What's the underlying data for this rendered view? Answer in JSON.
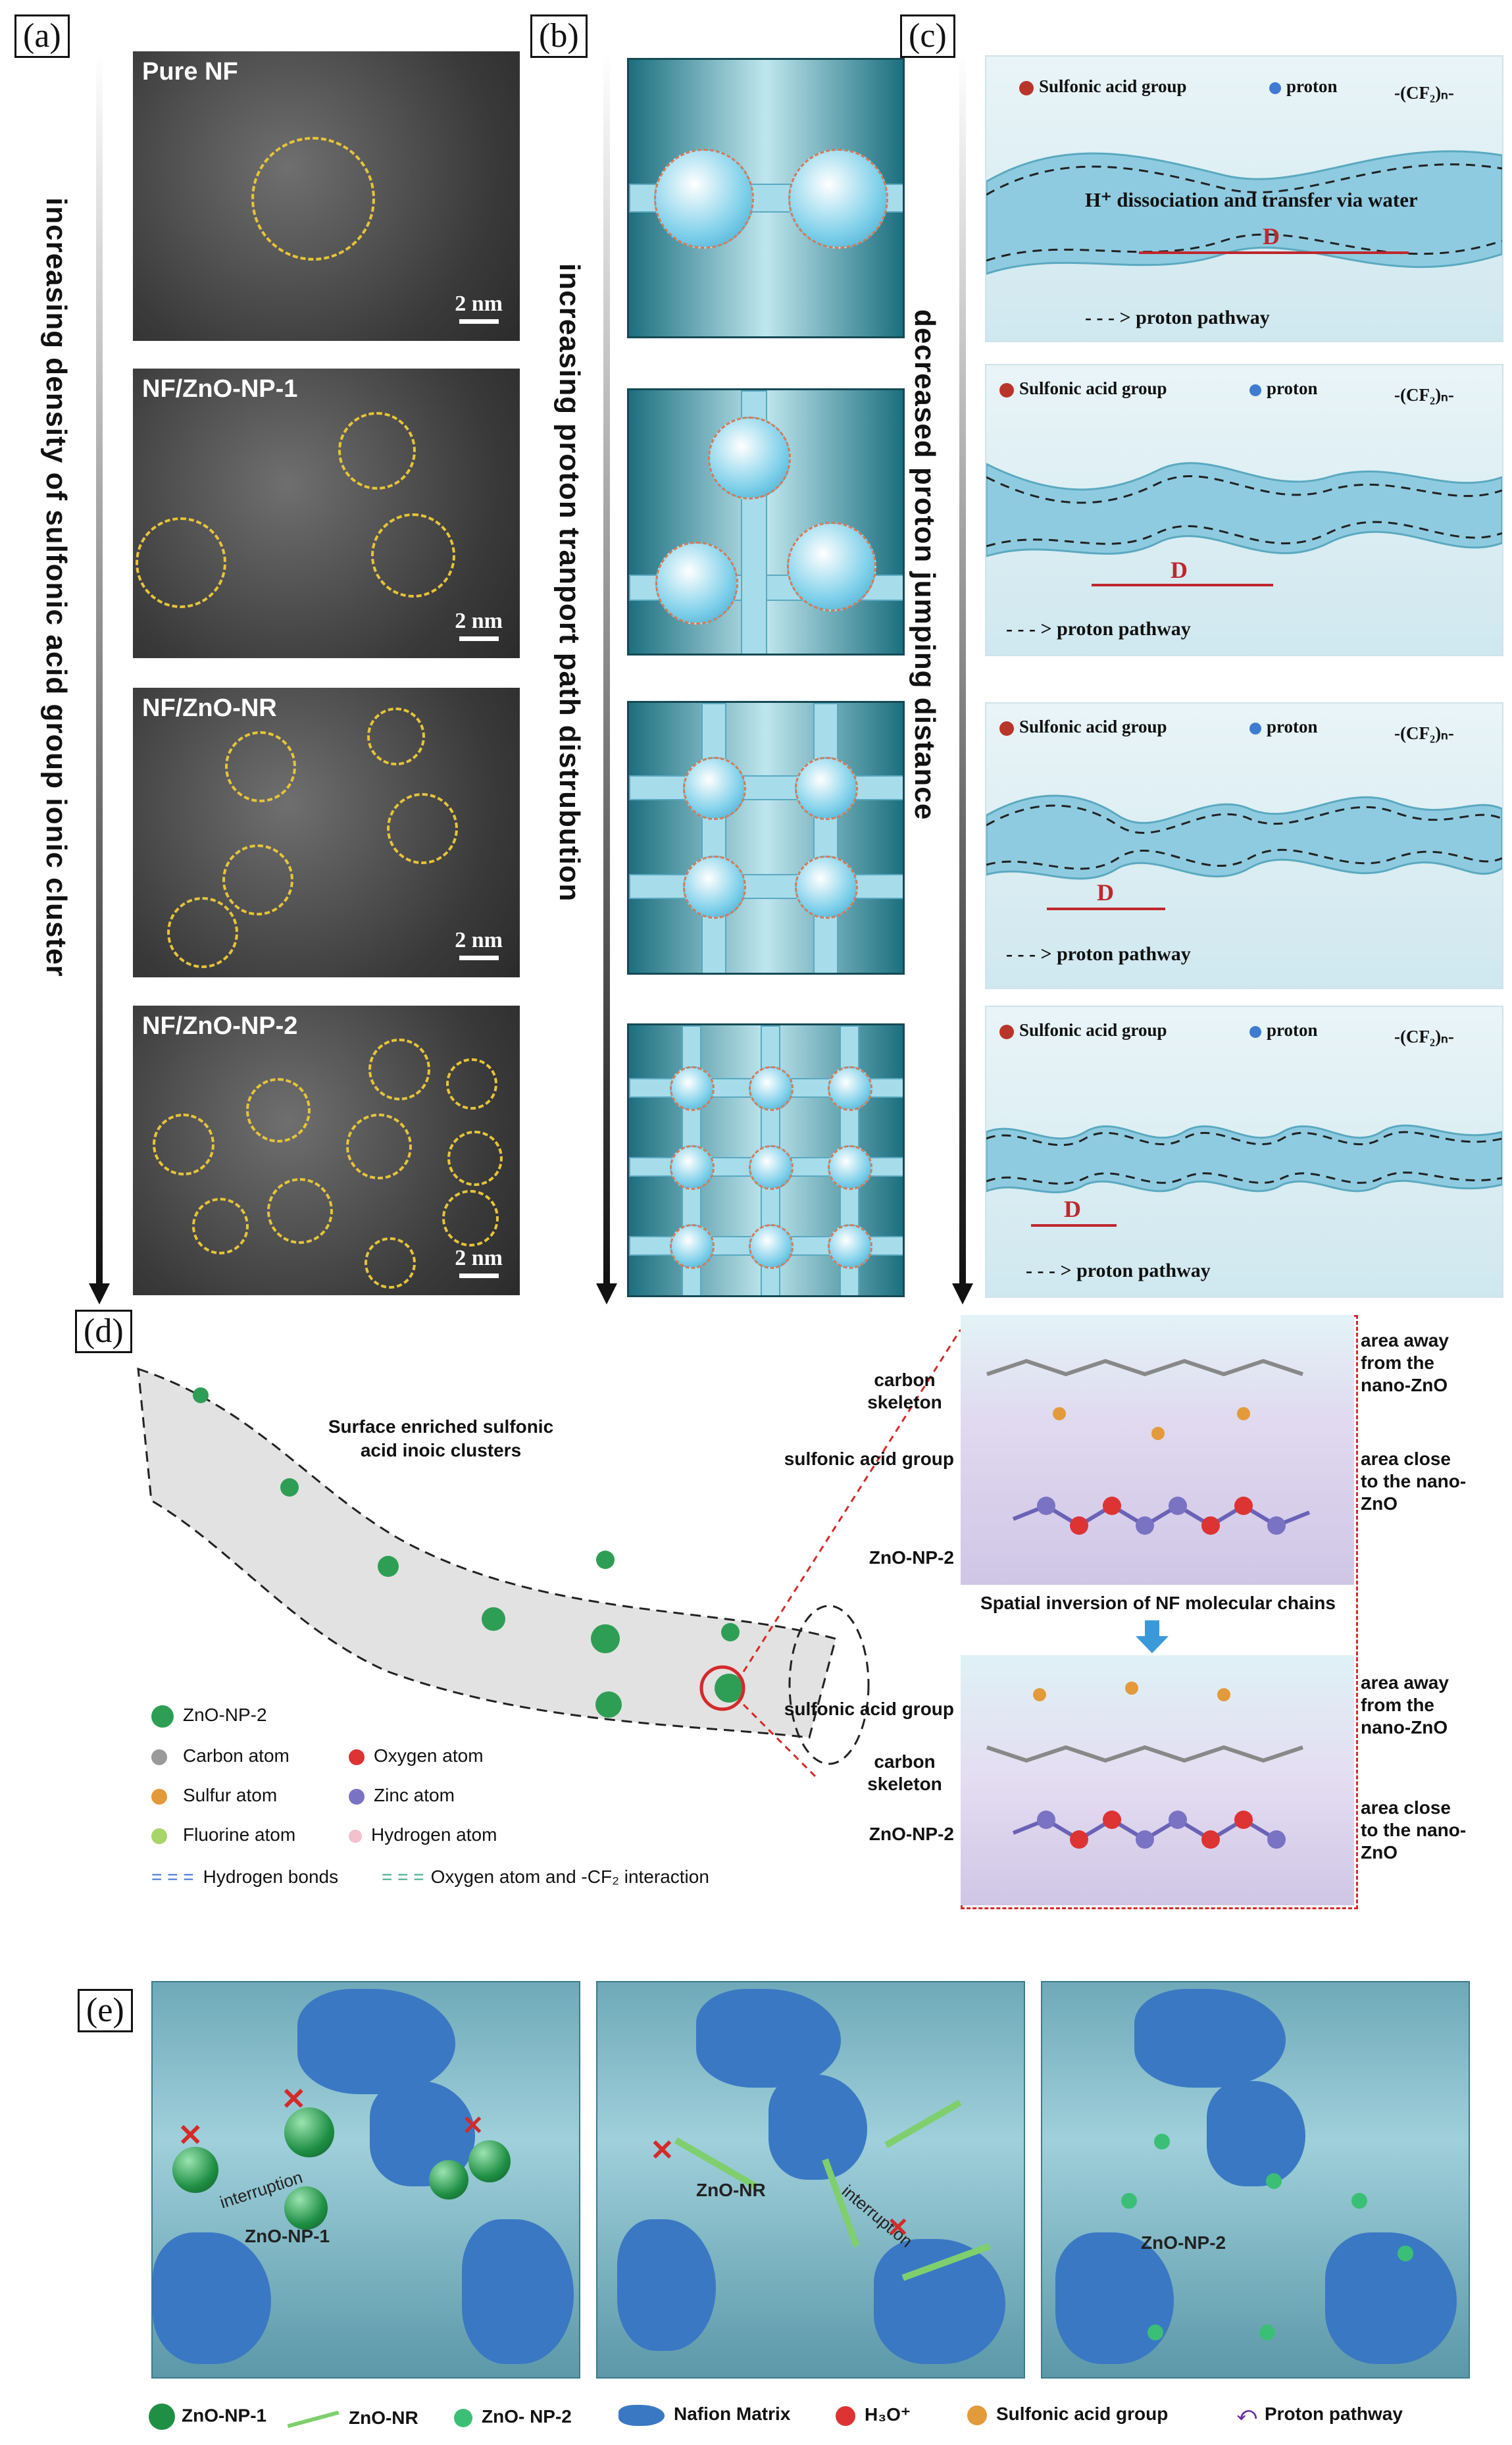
{
  "panels": {
    "a": {
      "letter": "(a)",
      "vertical_label": "increasing density of sulfonic acid group ionic cluster",
      "images": [
        {
          "title": "Pure NF",
          "scale": "2 nm"
        },
        {
          "title": "NF/ZnO-NP-1",
          "scale": "2 nm"
        },
        {
          "title": "NF/ZnO-NR",
          "scale": "2 nm"
        },
        {
          "title": "NF/ZnO-NP-2",
          "scale": "2 nm"
        }
      ]
    },
    "b": {
      "letter": "(b)",
      "vertical_label": "increasing proton tranport path distrubution"
    },
    "c": {
      "letter": "(c)",
      "vertical_label": "decreased proton jumping distance",
      "rows": [
        {
          "legend_sulfonic": "Sulfonic acid group",
          "legend_proton": "proton",
          "cf2": "-(CF₂)ₙ-",
          "center": "H⁺ dissociation and transfer via water",
          "d": "D",
          "pathway": "proton pathway"
        },
        {
          "legend_sulfonic": "Sulfonic acid group",
          "legend_proton": "proton",
          "cf2": "-(CF₂)ₙ-",
          "d": "D",
          "pathway": "proton pathway"
        },
        {
          "legend_sulfonic": "Sulfonic acid group",
          "legend_proton": "proton",
          "cf2": "-(CF₂)ₙ-",
          "d": "D",
          "pathway": "proton pathway"
        },
        {
          "legend_sulfonic": "Sulfonic acid group",
          "legend_proton": "proton",
          "cf2": "-(CF₂)ₙ-",
          "d": "D",
          "pathway": "proton pathway"
        }
      ]
    },
    "d": {
      "letter": "(d)",
      "surface_label": "Surface enriched sulfonic acid inoic clusters",
      "legend": {
        "zno": "ZnO-NP-2",
        "carbon": "Carbon atom",
        "oxygen": "Oxygen atom",
        "sulfur": "Sulfur atom",
        "zinc": "Zinc atom",
        "fluorine": "Fluorine atom",
        "hydrogen": "Hydrogen atom",
        "hbonds": "Hydrogen bonds",
        "ocf2": "Oxygen atom and -CF₂ interaction"
      },
      "upper": {
        "carbon": "carbon skeleton",
        "sulfonic": "sulfonic acid group",
        "zno": "ZnO-NP-2",
        "away": "area away from the nano-ZnO",
        "close": "area close to the nano-ZnO"
      },
      "inversion": "Spatial inversion of NF molecular chains",
      "lower": {
        "sulfonic": "sulfonic acid group",
        "carbon": "carbon skeleton",
        "zno": "ZnO-NP-2",
        "away": "area away from the nano-ZnO",
        "close": "area close to the nano-ZnO"
      }
    },
    "e": {
      "letter": "(e)",
      "p1": {
        "interruption": "interruption",
        "label": "ZnO-NP-1"
      },
      "p2": {
        "label": "ZnO-NR",
        "interruption": "interruption"
      },
      "p3": {
        "label": "ZnO-NP-2"
      },
      "legend": {
        "np1": "ZnO-NP-1",
        "nr": "ZnO-NR",
        "np2": "ZnO- NP-2",
        "nafion": "Nafion Matrix",
        "h3o": "H₃O⁺",
        "sulfonic": "Sulfonic acid group",
        "pathway": "Proton pathway"
      }
    }
  },
  "colors": {
    "circle_dash": "#e6c43a",
    "red_marker": "#c0272d",
    "zno_green": "#1f9a4a",
    "nafion_blue": "#3a78c4"
  }
}
